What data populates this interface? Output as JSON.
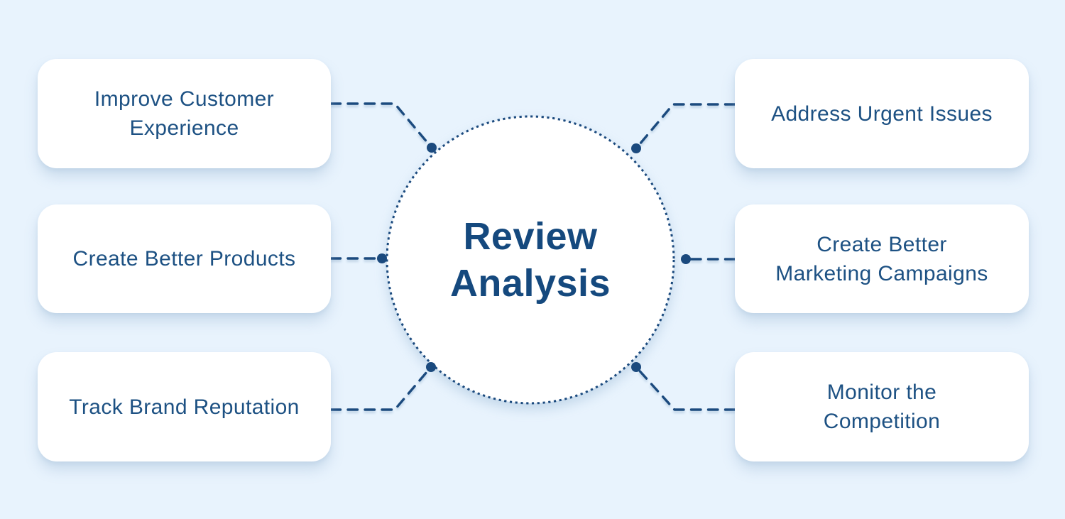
{
  "diagram": {
    "title": "Review\nAnalysis",
    "nodes": [
      {
        "id": "improve-customer-experience",
        "label": "Improve Customer\nExperience",
        "side": "left",
        "row": 1
      },
      {
        "id": "create-better-products",
        "label": "Create Better Products",
        "side": "left",
        "row": 2
      },
      {
        "id": "track-brand-reputation",
        "label": "Track Brand Reputation",
        "side": "left",
        "row": 3
      },
      {
        "id": "address-urgent-issues",
        "label": "Address Urgent Issues",
        "side": "right",
        "row": 1
      },
      {
        "id": "create-better-marketing-campaigns",
        "label": "Create Better\nMarketing Campaigns",
        "side": "right",
        "row": 2
      },
      {
        "id": "monitor-the-competition",
        "label": "Monitor the\nCompetition",
        "side": "right",
        "row": 3
      }
    ],
    "colors": {
      "background": "#e8f3fd",
      "node_fill": "#ffffff",
      "node_text": "#1d5183",
      "title_text": "#15497e",
      "connector": "#1b4a7e"
    }
  }
}
